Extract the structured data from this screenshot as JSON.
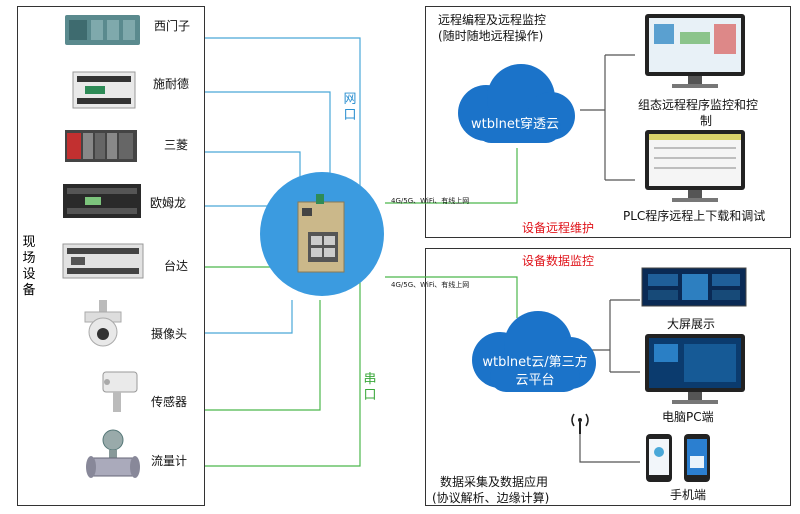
{
  "field_devices": {
    "title": "现场设备",
    "items": [
      "西门子",
      "施耐德",
      "三菱",
      "欧姆龙",
      "台达",
      "摄像头",
      "传感器",
      "流量计"
    ]
  },
  "connections": {
    "ethernet_label": "网口",
    "serial_label": "串口",
    "uplink_label": "4G/5G、WiFi、有线上网"
  },
  "remote_panel": {
    "title_line1": "远程编程及远程监控",
    "title_line2": "(随时随地远程操作)",
    "cloud_label": "wtblnet穿透云",
    "item1_line1": "组态远程程序监控和控",
    "item1_line2": "制",
    "item2": "PLC程序远程上下载和调试",
    "maintenance_label": "设备远程维护"
  },
  "data_panel": {
    "monitor_label": "设备数据监控",
    "cloud_line1": "wtblnet云/第三方",
    "cloud_line2": "云平台",
    "item1": "大屏展示",
    "item2": "电脑PC端",
    "item3": "手机端",
    "bottom_line1": "数据采集及数据应用",
    "bottom_line2": "(协议解析、边缘计算)"
  },
  "colors": {
    "blue_line": "#4aa8d8",
    "green_line": "#4cb84c",
    "cloud_blue": "#1b73c9",
    "gateway_circle": "#3b9be0",
    "alert_red": "#e0131a"
  }
}
